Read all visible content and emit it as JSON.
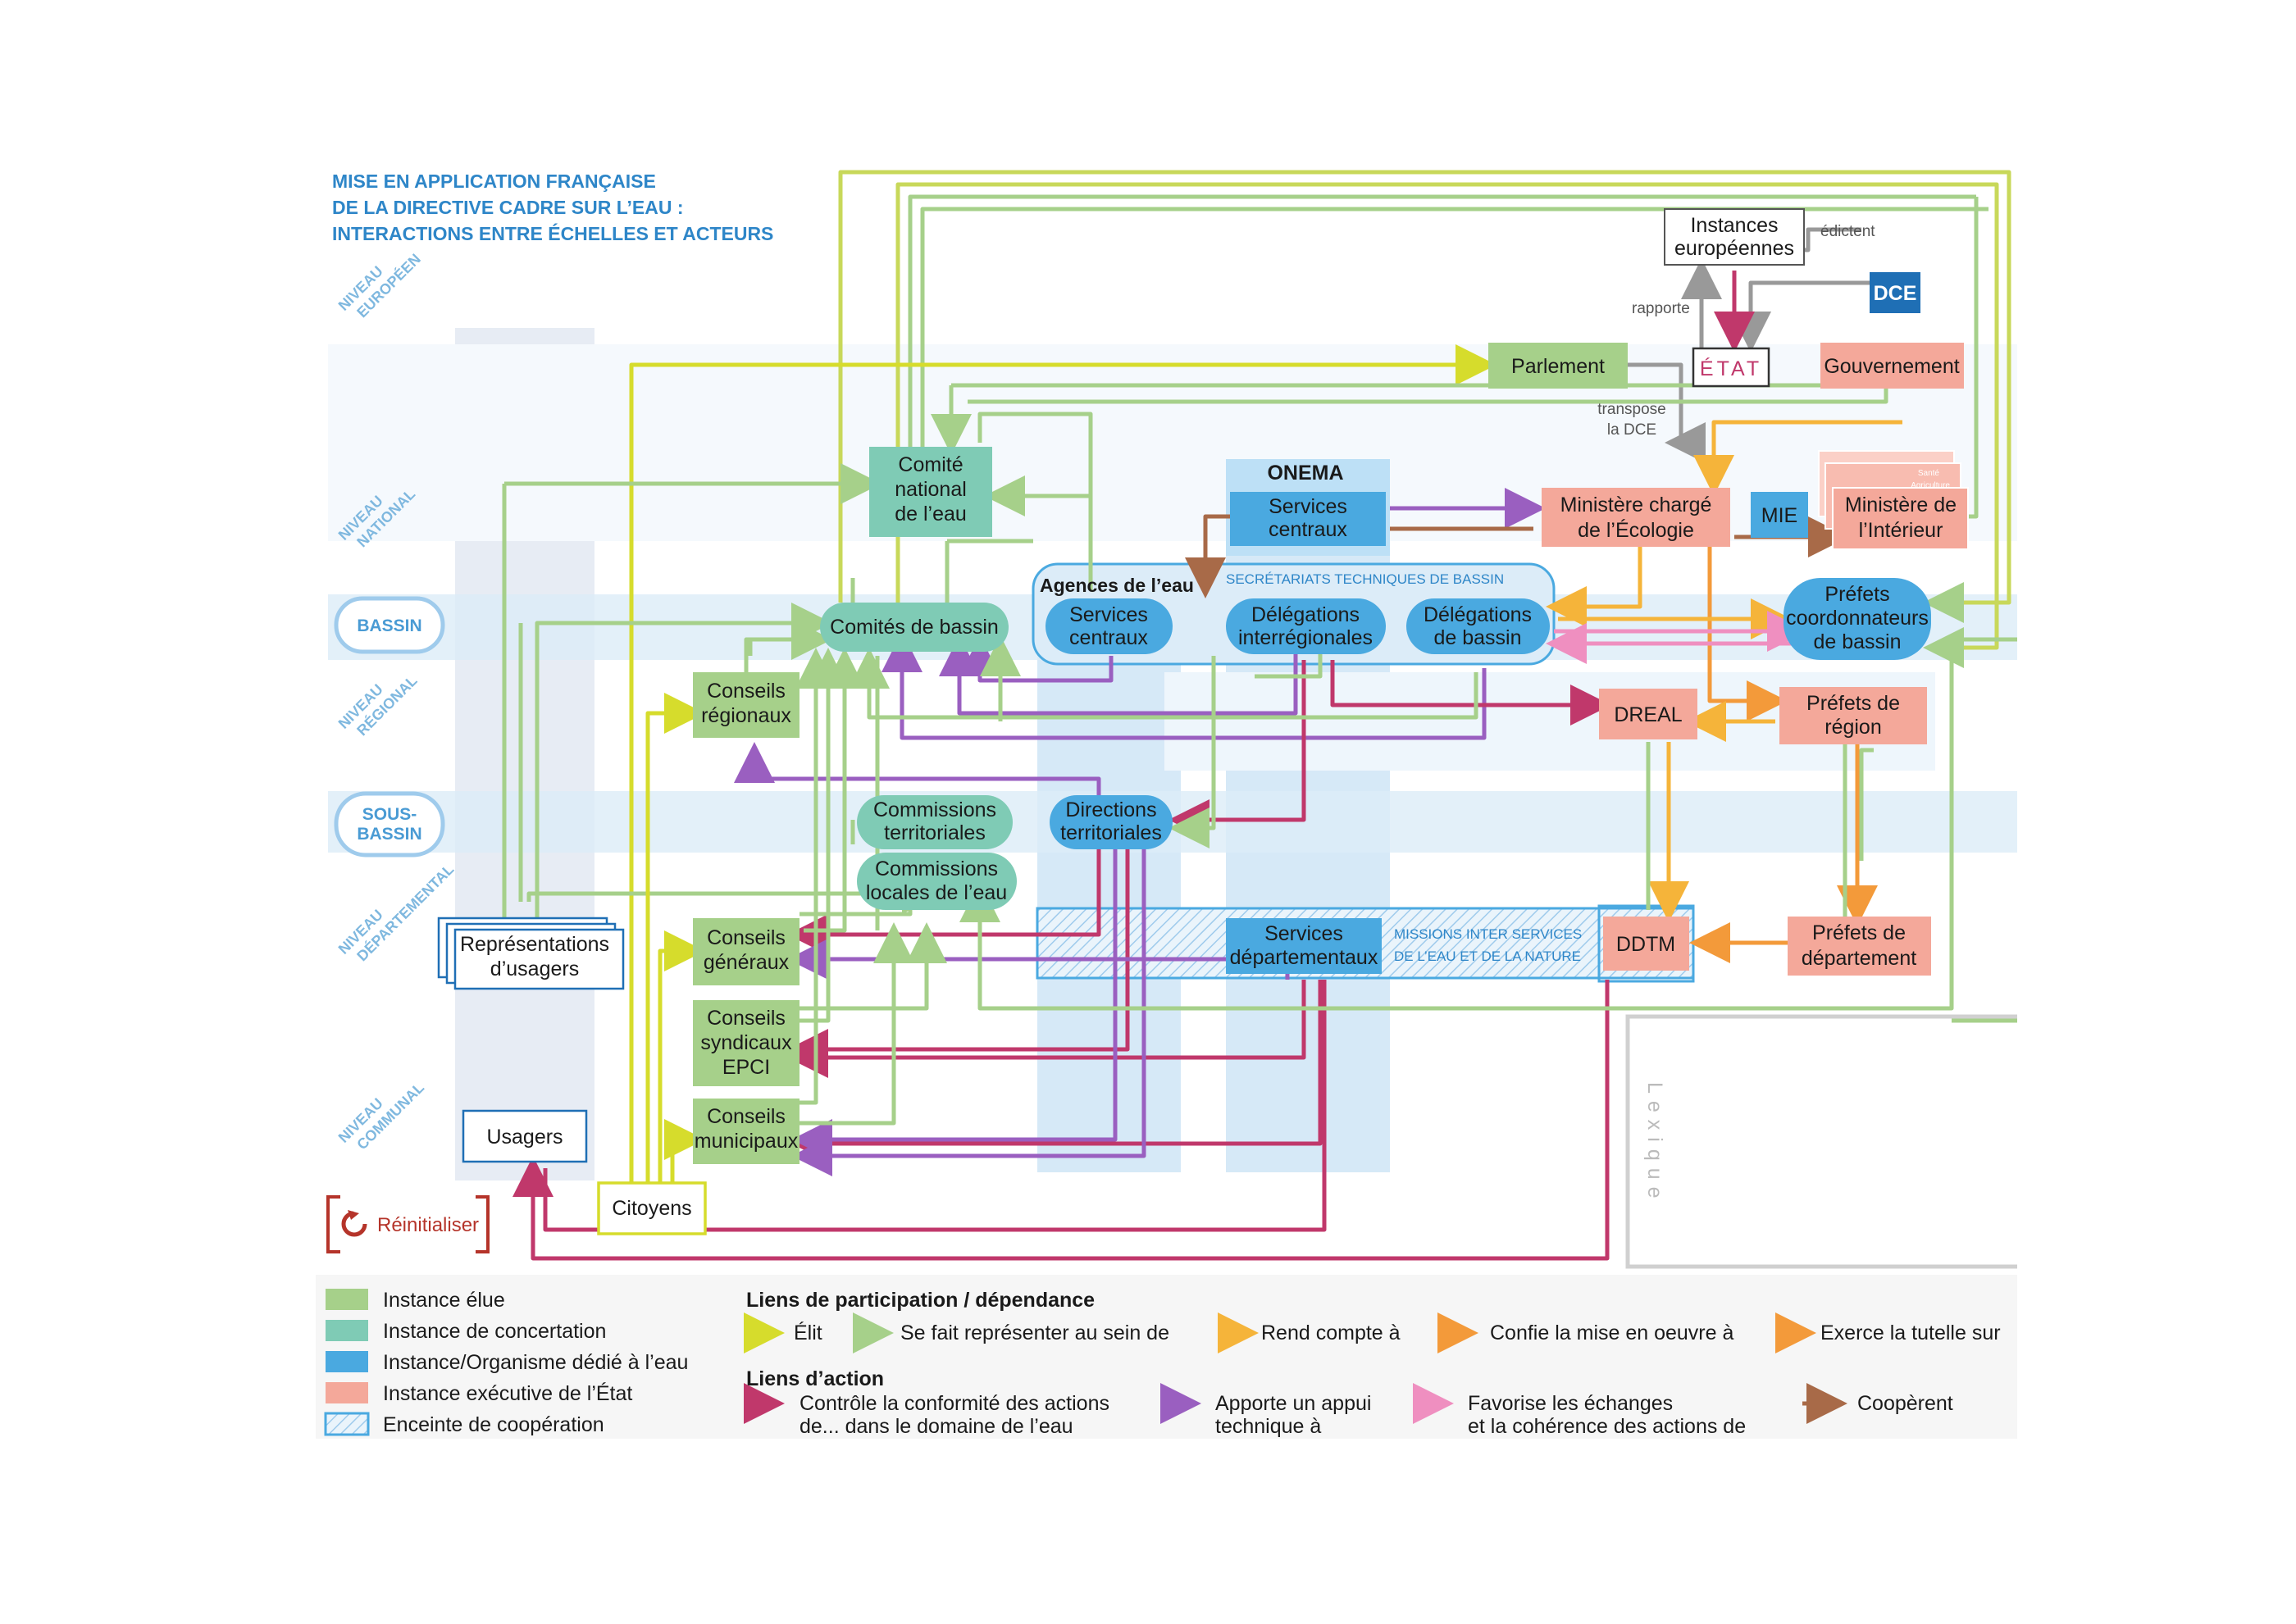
{
  "title": {
    "line1": "MISE EN APPLICATION FRANÇAISE",
    "line2": "DE LA DIRECTIVE CADRE SUR L’EAU :",
    "line3": "INTERACTIONS ENTRE ÉCHELLES ET ACTEURS"
  },
  "levels": {
    "europeen": [
      "NIVEAU",
      "EUROPÉEN"
    ],
    "national": [
      "NIVEAU",
      "NATIONAL"
    ],
    "regional": [
      "NIVEAU",
      "RÉGIONAL"
    ],
    "departemental": [
      "NIVEAU",
      "DÉPARTEMENTAL"
    ],
    "communal": [
      "NIVEAU",
      "COMMUNAL"
    ]
  },
  "bands": {
    "bassin": "BASSIN",
    "sous_bassin": [
      "SOUS-",
      "BASSIN"
    ]
  },
  "nodes": {
    "instances_europeennes": [
      "Instances",
      "européennes"
    ],
    "dce": "DCE",
    "etat": "ÉTAT",
    "parlement": "Parlement",
    "gouvernement": "Gouvernement",
    "comite_national": [
      "Comité",
      "national",
      "de l’eau"
    ],
    "onema": "ONEMA",
    "onema_services_centraux": [
      "Services",
      "centraux"
    ],
    "ministere_ecologie": [
      "Ministère chargé",
      "de l’Écologie"
    ],
    "mie": "MIE",
    "ministere_interieur": [
      "Ministère de",
      "l’Intérieur"
    ],
    "ministere_stack_small": [
      "Santé",
      "Agriculture"
    ],
    "agences_eau": "Agences de l’eau",
    "secretariats": "SECRÉTARIATS TECHNIQUES DE BASSIN",
    "agences_services_centraux": [
      "Services",
      "centraux"
    ],
    "delegations_interregionales": [
      "Délégations",
      "interrégionales"
    ],
    "delegations_bassin": [
      "Délégations",
      "de bassin"
    ],
    "prefets_coordonnateurs": [
      "Préfets",
      "coordonnateurs",
      "de bassin"
    ],
    "comites_bassin": "Comités de bassin",
    "conseils_regionaux": [
      "Conseils",
      "régionaux"
    ],
    "dreal": "DREAL",
    "prefets_region": [
      "Préfets de",
      "région"
    ],
    "commissions_territoriales": [
      "Commissions",
      "territoriales"
    ],
    "directions_territoriales": [
      "Directions",
      "territoriales"
    ],
    "commissions_locales": [
      "Commissions",
      "locales de l’eau"
    ],
    "representations_usagers": [
      "Représentations",
      "d’usagers"
    ],
    "conseils_generaux": [
      "Conseils",
      "généraux"
    ],
    "services_departementaux": [
      "Services",
      "départementaux"
    ],
    "missions_inter_services": [
      "MISSIONS INTER SERVICES",
      "DE L’EAU ET DE LA NATURE"
    ],
    "ddtm": "DDTM",
    "prefets_departement": [
      "Préfets de",
      "département"
    ],
    "conseils_syndicaux": [
      "Conseils",
      "syndicaux",
      "EPCI"
    ],
    "conseils_municipaux": [
      "Conseils",
      "municipaux"
    ],
    "usagers": "Usagers",
    "citoyens": "Citoyens"
  },
  "edge_labels": {
    "edictent": "édictent",
    "rapporte": "rapporte",
    "transpose": [
      "transpose",
      "la DCE"
    ]
  },
  "controls": {
    "reinitialiser": "Réinitialiser",
    "lexique": "Lexique"
  },
  "legend": {
    "types": [
      {
        "label": "Instance élue",
        "color": "#a6d08a"
      },
      {
        "label": "Instance de concertation",
        "color": "#7fcbb5"
      },
      {
        "label": "Instance/Organisme dédié à l’eau",
        "color": "#4aa9e0"
      },
      {
        "label": "Instance exécutive de l’État",
        "color": "#f4a89a"
      },
      {
        "label": "Enceinte de coopération",
        "color": "#4aa9e0"
      }
    ],
    "participation_title": "Liens de participation / dépendance",
    "participation": [
      {
        "label": "Élit",
        "color": "#d6dc2c"
      },
      {
        "label": "Se fait représenter au sein de",
        "color": "#a6d08a"
      },
      {
        "label": "Rend compte à",
        "color": "#f5b43a"
      },
      {
        "label": "Confie la mise en oeuvre à",
        "color": "#f39a3a"
      },
      {
        "label": "Exerce la tutelle sur",
        "color": "#ee7a3c"
      }
    ],
    "action_title": "Liens d’action",
    "action": [
      {
        "label": [
          "Contrôle la conformité des actions",
          "de... dans le domaine de l’eau"
        ],
        "color": "#c0386b"
      },
      {
        "label": [
          "Apporte un appui",
          "technique à"
        ],
        "color": "#9a5fc0"
      },
      {
        "label": [
          "Favorise les échanges",
          "et la cohérence des actions de"
        ],
        "color": "#ef8fc0"
      },
      {
        "label": [
          "Coopèrent"
        ],
        "color": "#a86a48"
      }
    ]
  },
  "colors": {
    "elue": "#a6d08a",
    "concertation": "#7fcbb5",
    "eau": "#4aa9e0",
    "etat": "#f4a89a",
    "band": "#dcecf8",
    "dce": "#1f6fb5"
  }
}
